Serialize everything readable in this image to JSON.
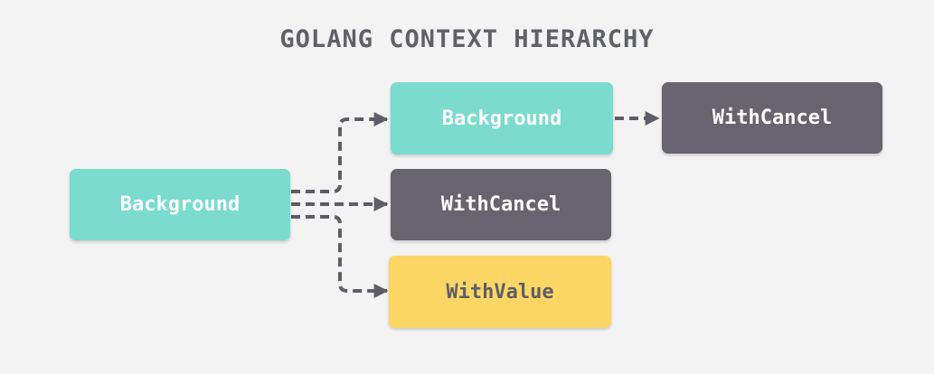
{
  "title": "GOLANG CONTEXT HIERARCHY",
  "colors": {
    "background": "#f3f3f4",
    "title": "#606068",
    "teal": "#7adbce",
    "dark": "#676470",
    "yellow": "#fcd664",
    "edge": "#5e5c66"
  },
  "nodes": {
    "root": {
      "label": "Background",
      "style": "teal"
    },
    "child_background": {
      "label": "Background",
      "style": "teal"
    },
    "child_withcancel": {
      "label": "WithCancel",
      "style": "dark"
    },
    "child_withvalue": {
      "label": "WithValue",
      "style": "yellow"
    },
    "grandchild_withcancel": {
      "label": "WithCancel",
      "style": "dark"
    }
  },
  "edges": [
    {
      "from": "root",
      "to": "child_background",
      "style": "dashed-arrow"
    },
    {
      "from": "root",
      "to": "child_withcancel",
      "style": "dashed-arrow"
    },
    {
      "from": "root",
      "to": "child_withvalue",
      "style": "dashed-arrow"
    },
    {
      "from": "child_background",
      "to": "grandchild_withcancel",
      "style": "dashed-arrow"
    }
  ]
}
